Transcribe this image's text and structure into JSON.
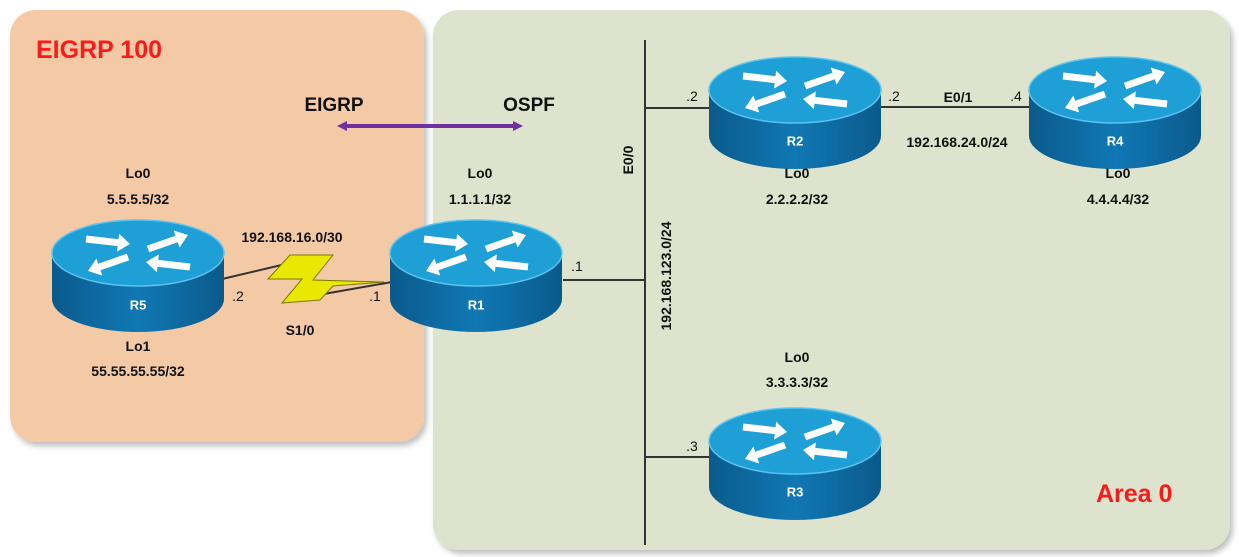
{
  "zones": {
    "eigrp": {
      "title": "EIGRP 100",
      "fill": "#f3c9a6",
      "title_color": "#ff1a1a"
    },
    "ospf": {
      "title": "Area 0",
      "fill": "#dde3cc",
      "title_color": "#ff1a1a"
    }
  },
  "redistribution": {
    "left": "EIGRP",
    "right": "OSPF",
    "arrow_color": "#7030a0"
  },
  "routers": [
    {
      "name": "R1",
      "loopbacks": [
        "Lo0",
        "1.1.1.1/32"
      ]
    },
    {
      "name": "R2",
      "loopbacks": [
        "Lo0",
        "2.2.2.2/32"
      ]
    },
    {
      "name": "R3",
      "loopbacks": [
        "Lo0",
        "3.3.3.3/32"
      ]
    },
    {
      "name": "R4",
      "loopbacks": [
        "Lo0",
        "4.4.4.4/32"
      ]
    },
    {
      "name": "R5",
      "loopbacks": [
        "Lo0",
        "5.5.5.5/32",
        "Lo1",
        "55.55.55.55/32"
      ]
    }
  ],
  "links": {
    "serial": {
      "subnet": "192.168.16.0/30",
      "interface": "S1/0",
      "r5_end": ".2",
      "r1_end": ".1"
    },
    "lan": {
      "subnet": "192.168.123.0/24",
      "interface": "E0/0",
      "r1_end": ".1",
      "r2_end": ".2",
      "r3_end": ".3"
    },
    "r2_r4": {
      "subnet": "192.168.24.0/24",
      "interface": "E0/1",
      "r2_end": ".2",
      "r4_end": ".4"
    }
  },
  "colors": {
    "router_top": "#1e9fd6",
    "router_side": "#0c6aa2",
    "serial_bolt": "#e8e800"
  }
}
